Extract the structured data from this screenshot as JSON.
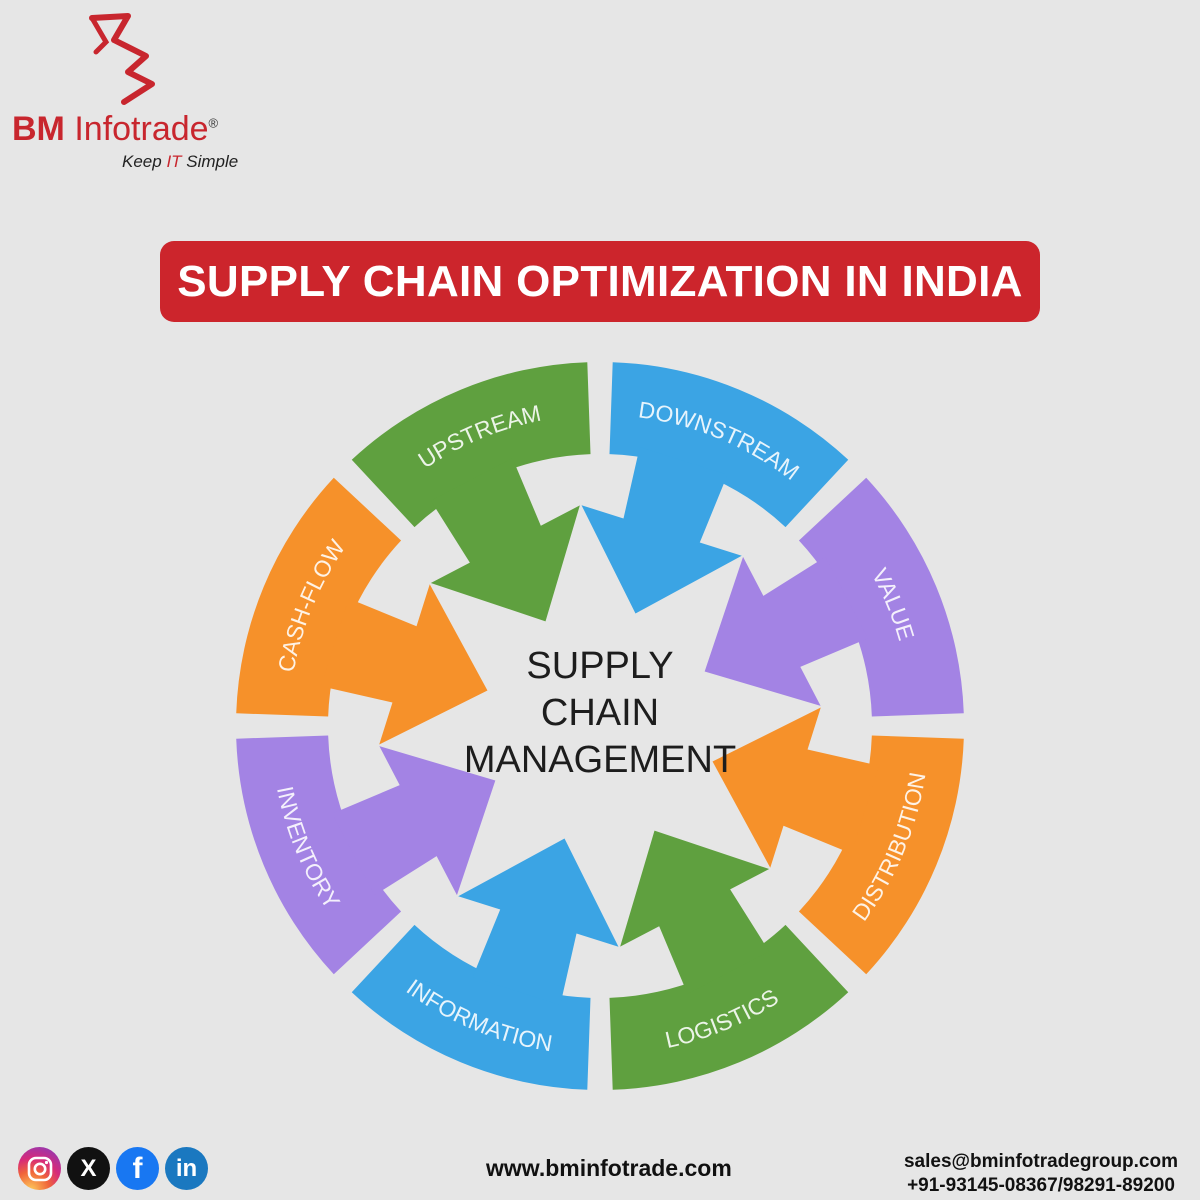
{
  "brand": {
    "name_bold": "BM",
    "name_rest": " Infotrade",
    "registered": "®",
    "tagline_pre": "Keep ",
    "tagline_it": "IT",
    "tagline_post": " Simple",
    "color": "#c8262e"
  },
  "title": "SUPPLY CHAIN OPTIMIZATION IN INDIA",
  "diagram": {
    "center_lines": [
      "SUPPLY",
      "CHAIN",
      "MANAGEMENT"
    ],
    "segments": [
      {
        "label": "DOWNSTREAM",
        "color": "#3ba4e4"
      },
      {
        "label": "VALUE",
        "color": "#a383e4"
      },
      {
        "label": "DISTRIBUTION",
        "color": "#f6912a"
      },
      {
        "label": "LOGISTICS",
        "color": "#5fa03f"
      },
      {
        "label": "INFORMATION",
        "color": "#3ba4e4"
      },
      {
        "label": "INVENTORY",
        "color": "#a383e4"
      },
      {
        "label": "CASH-FLOW",
        "color": "#f6912a"
      },
      {
        "label": "UPSTREAM",
        "color": "#5fa03f"
      }
    ]
  },
  "social": [
    {
      "name": "instagram-icon",
      "glyph": "◎"
    },
    {
      "name": "x-icon",
      "glyph": "X"
    },
    {
      "name": "facebook-icon",
      "glyph": "f"
    },
    {
      "name": "linkedin-icon",
      "glyph": "in"
    }
  ],
  "footer": {
    "website": "www.bminfotrade.com",
    "email": "sales@bminfotradegroup.com",
    "phone": "+91-93145-08367/98291-89200"
  }
}
